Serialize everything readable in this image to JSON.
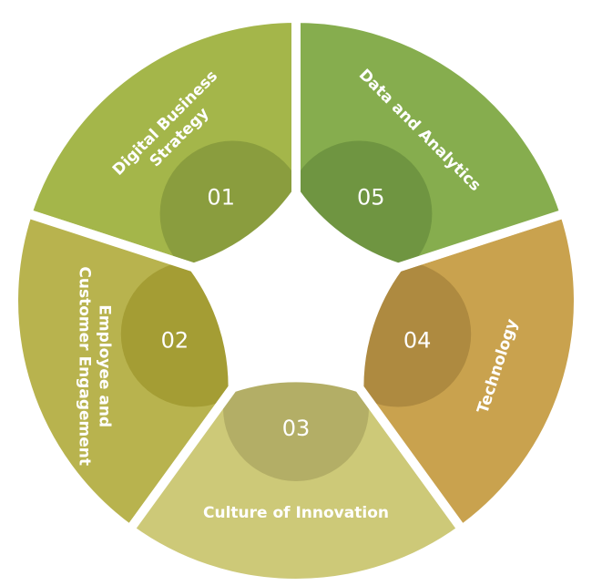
{
  "diagram": {
    "segments": [
      {
        "number": "01",
        "lines": [
          "Digital Business",
          "Strategy"
        ],
        "color": "#a4b64a",
        "circle_color": "#8a9d3e"
      },
      {
        "number": "02",
        "lines": [
          "Employee and",
          "Customer Engagement"
        ],
        "color": "#b8b34e",
        "circle_color": "#a49d34"
      },
      {
        "number": "03",
        "lines": [
          "Culture of Innovation"
        ],
        "color": "#cdc978",
        "circle_color": "#b3ae66"
      },
      {
        "number": "04",
        "lines": [
          "Technology"
        ],
        "color": "#c9a24e",
        "circle_color": "#ae8a40"
      },
      {
        "number": "05",
        "lines": [
          "Data and Analytics"
        ],
        "color": "#86ad4e",
        "circle_color": "#6f9541"
      }
    ]
  }
}
